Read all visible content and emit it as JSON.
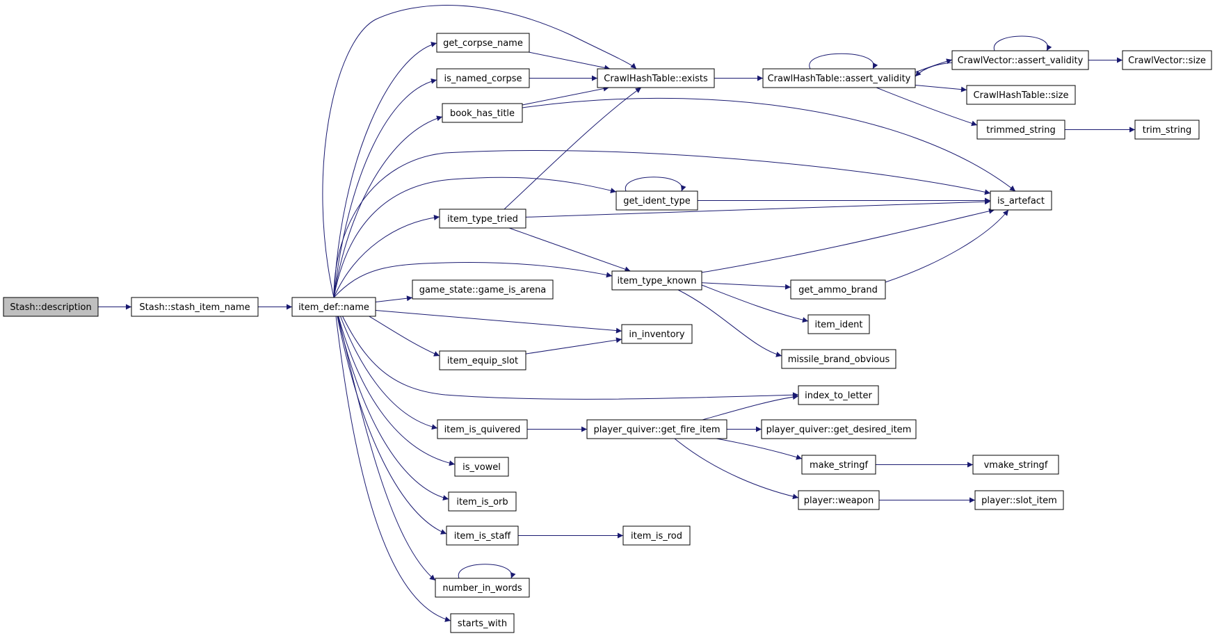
{
  "diagram": {
    "type": "call-graph",
    "colors": {
      "edge": "#191970",
      "node_border": "#000000",
      "node_fill": "#ffffff",
      "root_fill": "#bfbfbf",
      "text": "#000000"
    },
    "nodes": [
      {
        "id": "stash_description",
        "label": "Stash::description",
        "root": true
      },
      {
        "id": "stash_item_name",
        "label": "Stash::stash_item_name"
      },
      {
        "id": "item_def_name",
        "label": "item_def::name"
      },
      {
        "id": "get_corpse_name",
        "label": "get_corpse_name"
      },
      {
        "id": "is_named_corpse",
        "label": "is_named_corpse"
      },
      {
        "id": "book_has_title",
        "label": "book_has_title"
      },
      {
        "id": "item_type_tried",
        "label": "item_type_tried"
      },
      {
        "id": "game_is_arena",
        "label": "game_state::game_is_arena"
      },
      {
        "id": "item_equip_slot",
        "label": "item_equip_slot"
      },
      {
        "id": "item_is_quivered",
        "label": "item_is_quivered"
      },
      {
        "id": "is_vowel",
        "label": "is_vowel"
      },
      {
        "id": "item_is_orb",
        "label": "item_is_orb"
      },
      {
        "id": "item_is_staff",
        "label": "item_is_staff"
      },
      {
        "id": "number_in_words",
        "label": "number_in_words"
      },
      {
        "id": "starts_with",
        "label": "starts_with"
      },
      {
        "id": "hash_exists",
        "label": "CrawlHashTable::exists"
      },
      {
        "id": "get_ident_type",
        "label": "get_ident_type"
      },
      {
        "id": "item_type_known",
        "label": "item_type_known"
      },
      {
        "id": "in_inventory",
        "label": "in_inventory"
      },
      {
        "id": "get_fire_item",
        "label": "player_quiver::get_fire_item"
      },
      {
        "id": "item_is_rod",
        "label": "item_is_rod"
      },
      {
        "id": "hash_assert_validity",
        "label": "CrawlHashTable::assert_validity"
      },
      {
        "id": "get_ammo_brand",
        "label": "get_ammo_brand"
      },
      {
        "id": "item_ident",
        "label": "item_ident"
      },
      {
        "id": "missile_brand_obvious",
        "label": "missile_brand_obvious"
      },
      {
        "id": "index_to_letter",
        "label": "index_to_letter"
      },
      {
        "id": "get_desired_item",
        "label": "player_quiver::get_desired_item"
      },
      {
        "id": "make_stringf",
        "label": "make_stringf"
      },
      {
        "id": "player_weapon",
        "label": "player::weapon"
      },
      {
        "id": "vector_assert_validity",
        "label": "CrawlVector::assert_validity"
      },
      {
        "id": "hash_size",
        "label": "CrawlHashTable::size"
      },
      {
        "id": "trimmed_string",
        "label": "trimmed_string"
      },
      {
        "id": "is_artefact",
        "label": "is_artefact"
      },
      {
        "id": "vector_size",
        "label": "CrawlVector::size"
      },
      {
        "id": "trim_string",
        "label": "trim_string"
      },
      {
        "id": "vmake_stringf",
        "label": "vmake_stringf"
      },
      {
        "id": "slot_item",
        "label": "player::slot_item"
      }
    ],
    "edges": [
      {
        "from": "stash_description",
        "to": "stash_item_name"
      },
      {
        "from": "stash_item_name",
        "to": "item_def_name"
      },
      {
        "from": "item_def_name",
        "to": "get_corpse_name"
      },
      {
        "from": "item_def_name",
        "to": "is_named_corpse"
      },
      {
        "from": "item_def_name",
        "to": "book_has_title"
      },
      {
        "from": "item_def_name",
        "to": "item_type_tried"
      },
      {
        "from": "item_def_name",
        "to": "game_is_arena"
      },
      {
        "from": "item_def_name",
        "to": "item_equip_slot"
      },
      {
        "from": "item_def_name",
        "to": "item_is_quivered"
      },
      {
        "from": "item_def_name",
        "to": "is_vowel"
      },
      {
        "from": "item_def_name",
        "to": "item_is_orb"
      },
      {
        "from": "item_def_name",
        "to": "item_is_staff"
      },
      {
        "from": "item_def_name",
        "to": "number_in_words"
      },
      {
        "from": "item_def_name",
        "to": "starts_with"
      },
      {
        "from": "item_def_name",
        "to": "hash_exists"
      },
      {
        "from": "item_def_name",
        "to": "get_ident_type"
      },
      {
        "from": "item_def_name",
        "to": "item_type_known"
      },
      {
        "from": "item_def_name",
        "to": "in_inventory"
      },
      {
        "from": "item_def_name",
        "to": "index_to_letter"
      },
      {
        "from": "item_def_name",
        "to": "is_artefact"
      },
      {
        "from": "get_corpse_name",
        "to": "hash_exists"
      },
      {
        "from": "is_named_corpse",
        "to": "hash_exists"
      },
      {
        "from": "book_has_title",
        "to": "hash_exists"
      },
      {
        "from": "book_has_title",
        "to": "is_artefact"
      },
      {
        "from": "item_type_tried",
        "to": "hash_exists"
      },
      {
        "from": "item_type_tried",
        "to": "item_type_known"
      },
      {
        "from": "item_type_tried",
        "to": "is_artefact"
      },
      {
        "from": "item_equip_slot",
        "to": "in_inventory"
      },
      {
        "from": "item_is_quivered",
        "to": "get_fire_item"
      },
      {
        "from": "item_is_staff",
        "to": "item_is_rod"
      },
      {
        "from": "number_in_words",
        "to": "number_in_words"
      },
      {
        "from": "hash_exists",
        "to": "hash_assert_validity"
      },
      {
        "from": "get_ident_type",
        "to": "get_ident_type"
      },
      {
        "from": "get_ident_type",
        "to": "is_artefact"
      },
      {
        "from": "item_type_known",
        "to": "get_ammo_brand"
      },
      {
        "from": "item_type_known",
        "to": "item_ident"
      },
      {
        "from": "item_type_known",
        "to": "missile_brand_obvious"
      },
      {
        "from": "item_type_known",
        "to": "is_artefact"
      },
      {
        "from": "get_fire_item",
        "to": "index_to_letter"
      },
      {
        "from": "get_fire_item",
        "to": "get_desired_item"
      },
      {
        "from": "get_fire_item",
        "to": "make_stringf"
      },
      {
        "from": "get_fire_item",
        "to": "player_weapon"
      },
      {
        "from": "hash_assert_validity",
        "to": "hash_assert_validity"
      },
      {
        "from": "hash_assert_validity",
        "to": "vector_assert_validity"
      },
      {
        "from": "hash_assert_validity",
        "to": "hash_size"
      },
      {
        "from": "hash_assert_validity",
        "to": "trimmed_string"
      },
      {
        "from": "vector_assert_validity",
        "to": "vector_assert_validity"
      },
      {
        "from": "vector_assert_validity",
        "to": "hash_assert_validity"
      },
      {
        "from": "vector_assert_validity",
        "to": "vector_size"
      },
      {
        "from": "trimmed_string",
        "to": "trim_string"
      },
      {
        "from": "get_ammo_brand",
        "to": "is_artefact"
      },
      {
        "from": "make_stringf",
        "to": "vmake_stringf"
      },
      {
        "from": "player_weapon",
        "to": "slot_item"
      }
    ]
  }
}
